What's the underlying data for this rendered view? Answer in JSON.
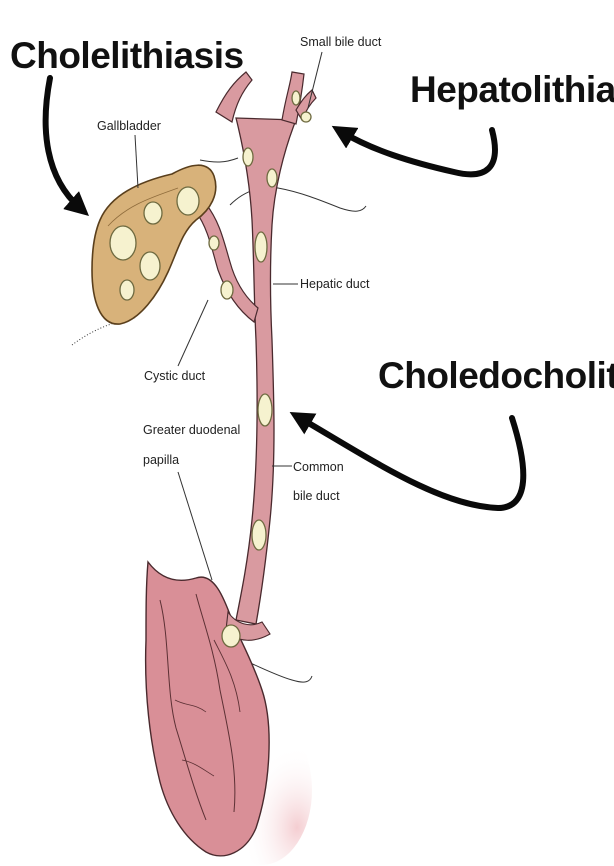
{
  "labels": {
    "cholelithiasis": "Cholelithiasis",
    "hepatolithiasis": "Hepatolithiasis",
    "choledocholithiasis": "Choledocholithiasis",
    "small_bile_duct": "Small bile duct",
    "gallbladder": "Gallbladder",
    "hepatic_duct": "Hepatic duct",
    "cystic_duct": "Cystic duct",
    "greater_duodenal_papilla_line1": "Greater duodenal",
    "greater_duodenal_papilla_line2": "papilla",
    "common_bile_duct_line1": "Common",
    "common_bile_duct_line2": "bile duct"
  },
  "colors": {
    "gallbladder": "#d8b27a",
    "duct": "#d99aa0",
    "duodenum": "#d98f97",
    "stone": "#f6f2cf",
    "arrow": "#0a0a0a"
  }
}
